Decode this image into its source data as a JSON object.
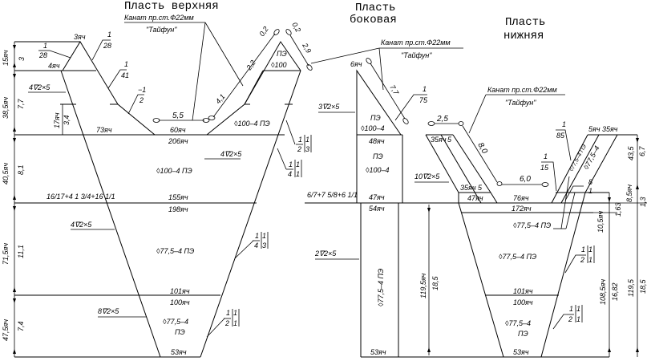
{
  "titles": {
    "top": "Пласть верхняя",
    "side_1": "Пласть",
    "side_2": "боковая",
    "bottom_1": "Пласть",
    "bottom_2": "нижняя"
  },
  "rope": {
    "label": "Канат пр.ст.Ф22мм",
    "name": "\"Тайфун\""
  },
  "top_plate": {
    "apex_meshes": "3яч",
    "wing_meshes": "4яч",
    "frac_left": {
      "num": "1",
      "den": "28"
    },
    "frac_right": {
      "num": "1",
      "den": "28"
    },
    "frac_41": {
      "num": "1",
      "den": "41"
    },
    "frac_half": {
      "num": "−1",
      "den": "2"
    },
    "seam_1": "4∇2×5",
    "dim_17": "17яч",
    "dim_34": "3,4",
    "m73": "73яч",
    "m60": "60яч",
    "rope_55": "5,5",
    "rope_41": "4,1",
    "rope_22": "2,2",
    "rope_02a": "0,2",
    "rope_02b": "0,2",
    "rope_29": "2,9",
    "tri_pe": "ПЭ",
    "tri_mesh": "◊100",
    "mesh_100_a": "◊100–4 ПЭ",
    "m206": "206яч",
    "frac_r1": {
      "num": "1",
      "den": "2",
      "bnum": "1",
      "bden": "3"
    },
    "frac_r2": {
      "num": "1",
      "den": "4",
      "bnum": "1",
      "bden": "1"
    },
    "seam_2": "4∇2×5",
    "mesh_100_b": "◊100–4 ПЭ",
    "cut_formula": "16/17+4 1 3/4+16 1/1",
    "m155": "155яч",
    "m198": "198яч",
    "seam_3": "4∇2×5",
    "mesh_775_a": "◊77,5–4 ПЭ",
    "frac_r3": {
      "num": "1",
      "den": "4",
      "bnum": "1",
      "bden": "3"
    },
    "m101": "101яч",
    "m100": "100яч",
    "seam_4": "8∇2×5",
    "mesh_775_b1": "◊77,5–4",
    "mesh_775_b2": "ПЭ",
    "frac_r4": {
      "num": "1",
      "den": "2",
      "bnum": "1",
      "bden": "1"
    },
    "m53": "53яч",
    "dims": [
      {
        "meshes": "15яч",
        "len": "3"
      },
      {
        "meshes": "38,5яч",
        "len": "7,7"
      },
      {
        "meshes": "40,5яч",
        "len": "8,1"
      },
      {
        "meshes": "71,5яч",
        "len": "11,1"
      },
      {
        "meshes": "47,5яч",
        "len": "7,4"
      }
    ]
  },
  "side_plate": {
    "m6": "6яч",
    "rope_77": "7,7",
    "frac_75": {
      "num": "1",
      "den": "75"
    },
    "seam_1": "3∇2×5",
    "pe_1": "ПЭ",
    "mesh_1": "◊100–4",
    "m48": "48яч",
    "pe_2": "ПЭ",
    "mesh_2": "◊100–4",
    "cut_formula": "6/7+7 5/8+6 1/1",
    "m47": "47яч",
    "m54": "54яч",
    "seam_2": "2∇2×5",
    "mesh_3": "◊77,5–4 ПЭ",
    "dim_meshes": "119,5яч",
    "dim_len": "18,5",
    "m53": "53яч",
    "seam_3": "10∇2×5"
  },
  "bottom_plate": {
    "rope_25": "2,5",
    "rope_80": "8,0",
    "rope_60": "6,0",
    "m35": "35яч",
    "m5": "5",
    "m35b": "35яч",
    "m5b": "5",
    "m47": "47яч",
    "m76": "76яч",
    "m172": "172яч",
    "frac_15": {
      "num": "1",
      "den": "15"
    },
    "frac_85": {
      "num": "1",
      "den": "85"
    },
    "frac_8": {
      "num": "8",
      "den": "1"
    },
    "top_meshes": "5яч 35яч",
    "wing_mesh_a": "◊77,5–4 ПЭ",
    "wing_mesh_b": "◊77,5–4",
    "mesh_wing": "◊77,5–4 ПЭ",
    "dim_105": "10,5яч",
    "dim_163": "1,63",
    "dim_85": "8,5яч",
    "dim_13": "1,3",
    "dim_435": "43,5",
    "dim_67": "6,7",
    "mesh_main": "◊77,5–4 ПЭ",
    "frac_r1": {
      "num": "1",
      "den": "2",
      "bnum": "1",
      "bden": "1"
    },
    "m101": "101яч",
    "m100": "100яч",
    "mesh_low1": "◊77,5–4",
    "mesh_low2": "ПЭ",
    "frac_r2": {
      "num": "1",
      "den": "2",
      "bnum": "1",
      "bden": "1"
    },
    "m53": "53яч",
    "dim_1085": "108,5яч",
    "dim_1682": "16,82",
    "dim_1195": "119,5",
    "dim_185": "18,5"
  }
}
